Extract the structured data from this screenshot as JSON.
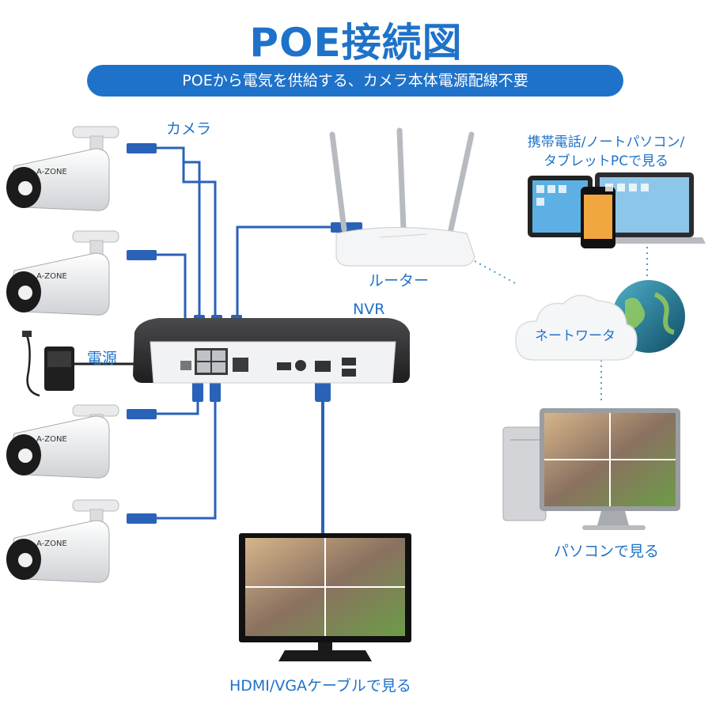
{
  "title": "POE接続図",
  "banner": "POEから電気を供給する、カメラ本体電源配線不要",
  "labels": {
    "camera": "カメラ",
    "router": "ルーター",
    "nvr": "NVR",
    "power": "電源",
    "mobile": "携帯電話/ノートパソコン/\nタブレットPCで見る",
    "network": "ネートワータ",
    "pc": "パソコンで見る",
    "hdmi": "HDMI/VGAケーブルで見る"
  },
  "brand": "A-ZONE",
  "colors": {
    "accent": "#1f72c9",
    "cable": "#2a62b8",
    "device_dark": "#2c2c2e"
  }
}
